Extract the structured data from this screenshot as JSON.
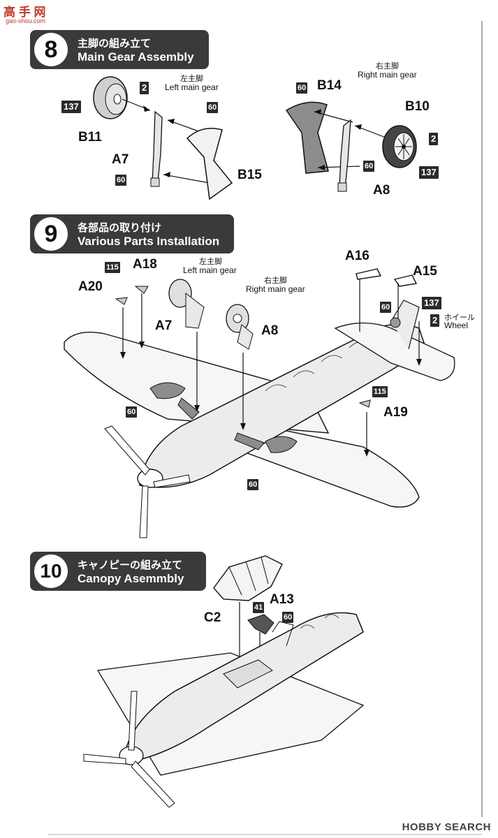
{
  "watermark": {
    "site": "高 手 网",
    "sub": "gao-shou.com"
  },
  "brand": {
    "text": "HOBBY SEARCH"
  },
  "steps": [
    {
      "number": "8",
      "title_jp": "主脚の組み立て",
      "title_en": "Main Gear Assembly"
    },
    {
      "number": "9",
      "title_jp": "各部品の取り付け",
      "title_en": "Various Parts Installation"
    },
    {
      "number": "10",
      "title_jp": "キャノピーの組み立て",
      "title_en": "Canopy Asemmbly"
    }
  ],
  "step8": {
    "left_gear_jp": "左主脚",
    "left_gear_en": "Left main gear",
    "right_gear_jp": "右主脚",
    "right_gear_en": "Right main gear",
    "parts": {
      "b11": "B11",
      "a7": "A7",
      "b15": "B15",
      "b14": "B14",
      "b10": "B10",
      "a8": "A8"
    },
    "colors": {
      "c137a": "137",
      "c2a": "2",
      "c60a": "60",
      "c60b": "60",
      "c60c": "60",
      "c60d": "60",
      "c2b": "2",
      "c137b": "137"
    }
  },
  "step9": {
    "left_gear_jp": "左主脚",
    "left_gear_en": "Left main gear",
    "right_gear_jp": "右主脚",
    "right_gear_en": "Right main gear",
    "wheel_jp": "ホイール",
    "wheel_en": "Wheel",
    "parts": {
      "a18": "A18",
      "a20": "A20",
      "a7": "A7",
      "a8": "A8",
      "a16": "A16",
      "a15": "A15",
      "a19": "A19"
    },
    "colors": {
      "c115a": "115",
      "c60a": "60",
      "c137": "137",
      "c2": "2",
      "c115b": "115",
      "c60b": "60",
      "c60c": "60"
    }
  },
  "step10": {
    "parts": {
      "c2": "C2",
      "a13": "A13"
    },
    "colors": {
      "c41": "41",
      "c60": "60"
    }
  }
}
